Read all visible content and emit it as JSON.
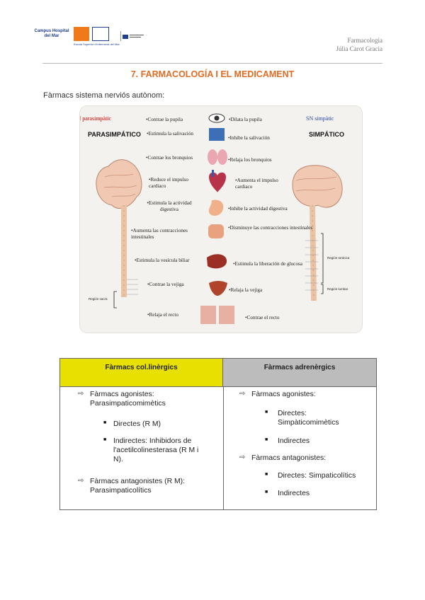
{
  "header": {
    "logo_left": "Campus Hospital del Mar",
    "logo_sub": "Escola Superior d'Infermeria del Mar",
    "subject": "Farmacologia",
    "author": "Júlia Carot Gracia"
  },
  "title": "7. FARMACOLOGÍA I EL MEDICAMENT",
  "intro": "Fàrmacs sistema nerviós autònom:",
  "figure": {
    "sn_left_prefix": "SN ",
    "sn_left_highlight": "parasimpàtic",
    "sn_right_prefix": "SN ",
    "sn_right_highlight": "simpàtic",
    "heading_left": "PARASIMPÁTICO",
    "heading_right": "SIMPÁTICO",
    "region_sacra": "Región sacra",
    "region_toracica": "Región torácica",
    "region_lumbar": "Región lumbar",
    "left_labels": [
      "•Contrae  la pupila",
      "•Estimula la salivación",
      "•Contrae los bronquios",
      "•Reduce el impulso cardiaco",
      "•Estimula la actividad digestiva",
      "•Aumenta  las contracciones intestinales",
      "•Estimula la vesícula biliar",
      "•Contrae la vejiga",
      "•Relaja el recto"
    ],
    "right_labels": [
      "•Dilata la pupila",
      "•Inhibe la salivación",
      "•Relaja los bronquios",
      "•Aumenta el impulso cardiaco",
      "•Inhibe la actividad digestiva",
      "•Disminuye las contracciones intestinales",
      "•Estimula la liberación de glucosa",
      "•Relaja la vejiga",
      "•Contrae el recto"
    ]
  },
  "table": {
    "col_left_header": "Fàrmacs col.linèrgics",
    "col_right_header": "Fàrmacs adrenèrgics",
    "left": {
      "agonists": "Fàrmacs agonistes: Parasimpaticomimètics",
      "direct": "Directes (R M)",
      "indirect": "Indirectes: Inhibidors de l'acetilcolinesterasa (R M i N).",
      "antagonists": "Fàrmacs antagonistes (R M): Parasimpaticolítics"
    },
    "right": {
      "agonists": "Fàrmacs agonistes:",
      "direct": "Directes: Simpàticomimètics",
      "indirect": "Indirectes",
      "antagonists": "Fàrmacs antagonistes:",
      "direct2": "Directes: Simpaticolítics",
      "indirect2": "Indirectes"
    }
  },
  "colors": {
    "title": "#e06c24",
    "table_header_left": "#e8e000",
    "table_header_right": "#bcbcbc"
  }
}
